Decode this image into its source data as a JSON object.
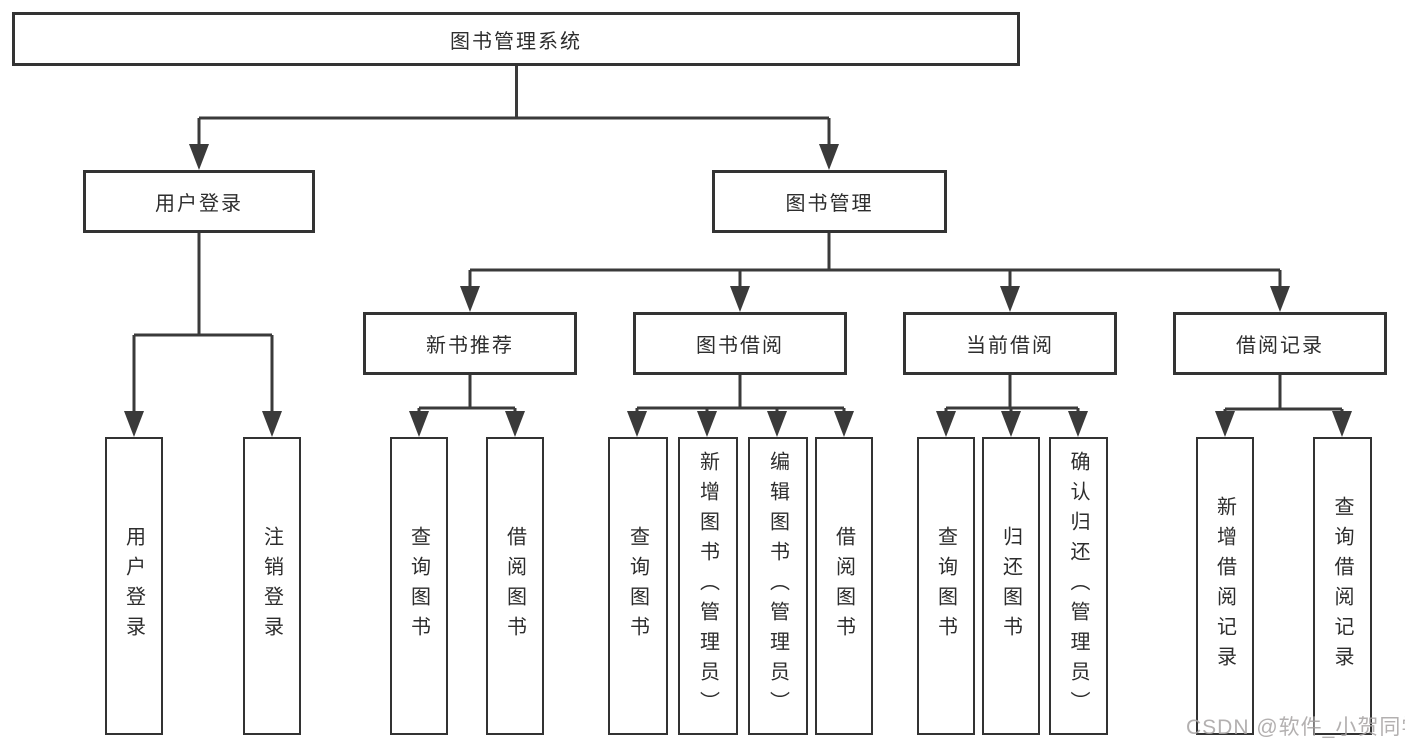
{
  "diagram": {
    "root": {
      "label": "图书管理系统"
    },
    "branches": [
      {
        "label": "用户登录",
        "children": [
          "用户登录",
          "注销登录"
        ]
      },
      {
        "label": "图书管理",
        "children": [
          {
            "label": "新书推荐",
            "children": [
              "查询图书",
              "借阅图书"
            ]
          },
          {
            "label": "图书借阅",
            "children": [
              "查询图书",
              "新增图书（管理员）",
              "编辑图书（管理员）",
              "借阅图书"
            ]
          },
          {
            "label": "当前借阅",
            "children": [
              "查询图书",
              "归还图书",
              "确认归还（管理员）"
            ]
          },
          {
            "label": "借阅记录",
            "children": [
              "新增借阅记录",
              "查询借阅记录"
            ]
          }
        ]
      }
    ]
  },
  "watermark": {
    "text": "CSDN @软件_小贺同学"
  },
  "colors": {
    "line": "#3a3a3a",
    "box_border": "#333333",
    "text": "#2d2d2d",
    "watermark": "#a8a5a5",
    "background": "#ffffff"
  }
}
